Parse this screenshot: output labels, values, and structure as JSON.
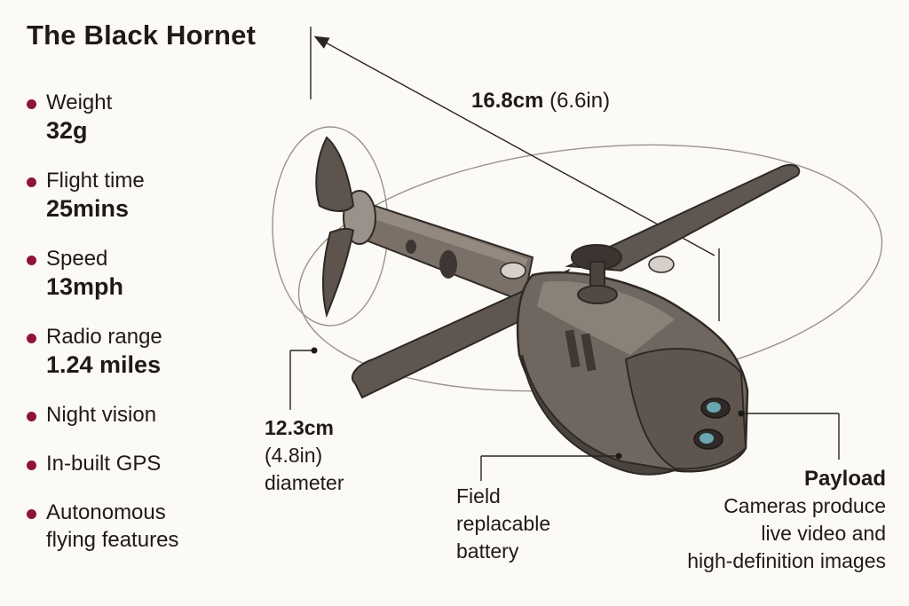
{
  "title": "The Black Hornet",
  "specs": [
    {
      "label": "Weight",
      "value": "32g"
    },
    {
      "label": "Flight time",
      "value": "25mins"
    },
    {
      "label": "Speed",
      "value": "13mph"
    },
    {
      "label": "Radio range",
      "value": "1.24 miles"
    },
    {
      "label": "Night vision",
      "value": ""
    },
    {
      "label": "In-built GPS",
      "value": ""
    },
    {
      "label": "Autonomous",
      "value": "flying features"
    }
  ],
  "dimensions": {
    "length_value": "16.8cm",
    "length_alt": "(6.6in)",
    "diameter_value": "12.3cm",
    "diameter_alt": "(4.8in)",
    "diameter_word": "diameter"
  },
  "battery": {
    "line1": "Field",
    "line2": "replacable",
    "line3": "battery"
  },
  "payload": {
    "heading": "Payload",
    "line1": "Cameras produce",
    "line2": "live video and",
    "line3": "high-definition images"
  },
  "colors": {
    "bullet": "#8e1534",
    "background": "#fbfaf6",
    "drone_body": "#6b625a",
    "drone_dark": "#4a433d"
  }
}
